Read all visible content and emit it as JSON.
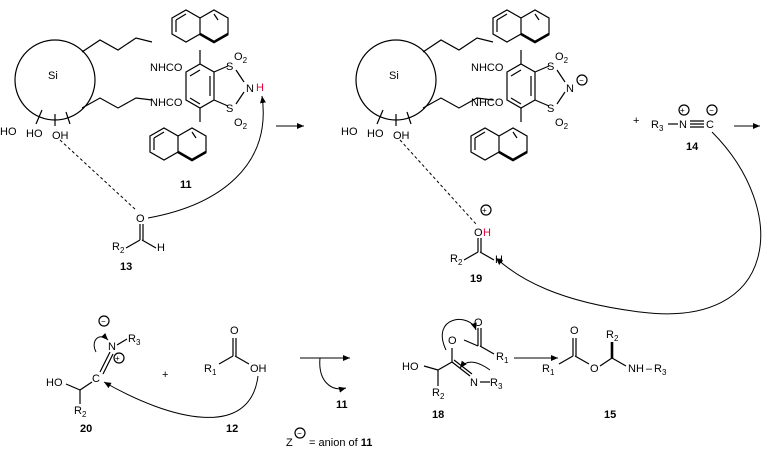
{
  "labels": {
    "si": "Si",
    "ho": "HO",
    "oh": "OH",
    "nhco": "NHCO",
    "s": "S",
    "n": "N",
    "h": "H",
    "o": "O",
    "c": "C",
    "nh": "NH",
    "r": "R",
    "sub1": "1",
    "sub2": "2",
    "sub3": "3",
    "plus": "+",
    "minus": "−",
    "dash": "–",
    "plus_sign": "+"
  },
  "compounds": {
    "c11": "11",
    "c13": "13",
    "c19": "19",
    "c14": "14",
    "c20": "20",
    "c12": "12",
    "c18": "18",
    "c15": "15",
    "c11b": "11"
  },
  "footnote": {
    "z": "Z",
    "text": " = anion of ",
    "ref": "11"
  },
  "colors": {
    "highlight": "#e8003a",
    "ink": "#000000"
  }
}
